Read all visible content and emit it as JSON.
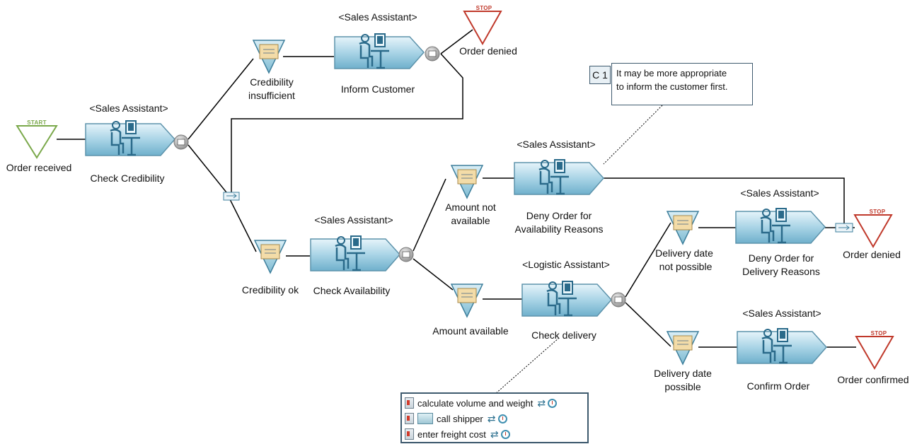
{
  "events": {
    "start": {
      "tag": "START",
      "label": "Order received"
    },
    "stop_top": {
      "tag": "STOP",
      "label": "Order denied"
    },
    "stop_mid": {
      "tag": "STOP",
      "label": "Order denied"
    },
    "stop_bottom": {
      "tag": "STOP",
      "label": "Order confirmed"
    }
  },
  "functions": {
    "check_credibility": {
      "role": "<Sales Assistant>",
      "label": "Check Credibility"
    },
    "inform_customer": {
      "role": "<Sales Assistant>",
      "label": "Inform Customer"
    },
    "check_availability": {
      "role": "<Sales Assistant>",
      "label": "Check Availability"
    },
    "deny_availability": {
      "role": "<Sales Assistant>",
      "label_1": "Deny Order for",
      "label_2": "Availability Reasons"
    },
    "check_delivery": {
      "role": "<Logistic Assistant>",
      "label": "Check delivery"
    },
    "deny_delivery": {
      "role": "<Sales Assistant>",
      "label_1": "Deny Order for",
      "label_2": "Delivery Reasons"
    },
    "confirm_order": {
      "role": "<Sales Assistant>",
      "label": "Confirm Order"
    }
  },
  "states": {
    "credibility_insufficient": {
      "label_1": "Credibility",
      "label_2": "insufficient"
    },
    "credibility_ok": {
      "label": "Credibility ok"
    },
    "amount_not_available": {
      "label_1": "Amount not",
      "label_2": "available"
    },
    "amount_available": {
      "label": "Amount available"
    },
    "delivery_not_possible": {
      "label_1": "Delivery date",
      "label_2": "not possible"
    },
    "delivery_possible": {
      "label_1": "Delivery date",
      "label_2": "possible"
    }
  },
  "comment": {
    "id": "C 1",
    "text_1": "It may be more appropriate",
    "text_2": "to inform the customer first."
  },
  "tasks": [
    {
      "label": "calculate volume and weight"
    },
    {
      "label": "call shipper"
    },
    {
      "label": "enter freight cost"
    }
  ],
  "colors": {
    "start": "#7aa84a",
    "stop": "#c0392b",
    "function_fill": "#a9d4e6",
    "state_fill": "#a8d3e3",
    "line": "#000000"
  }
}
